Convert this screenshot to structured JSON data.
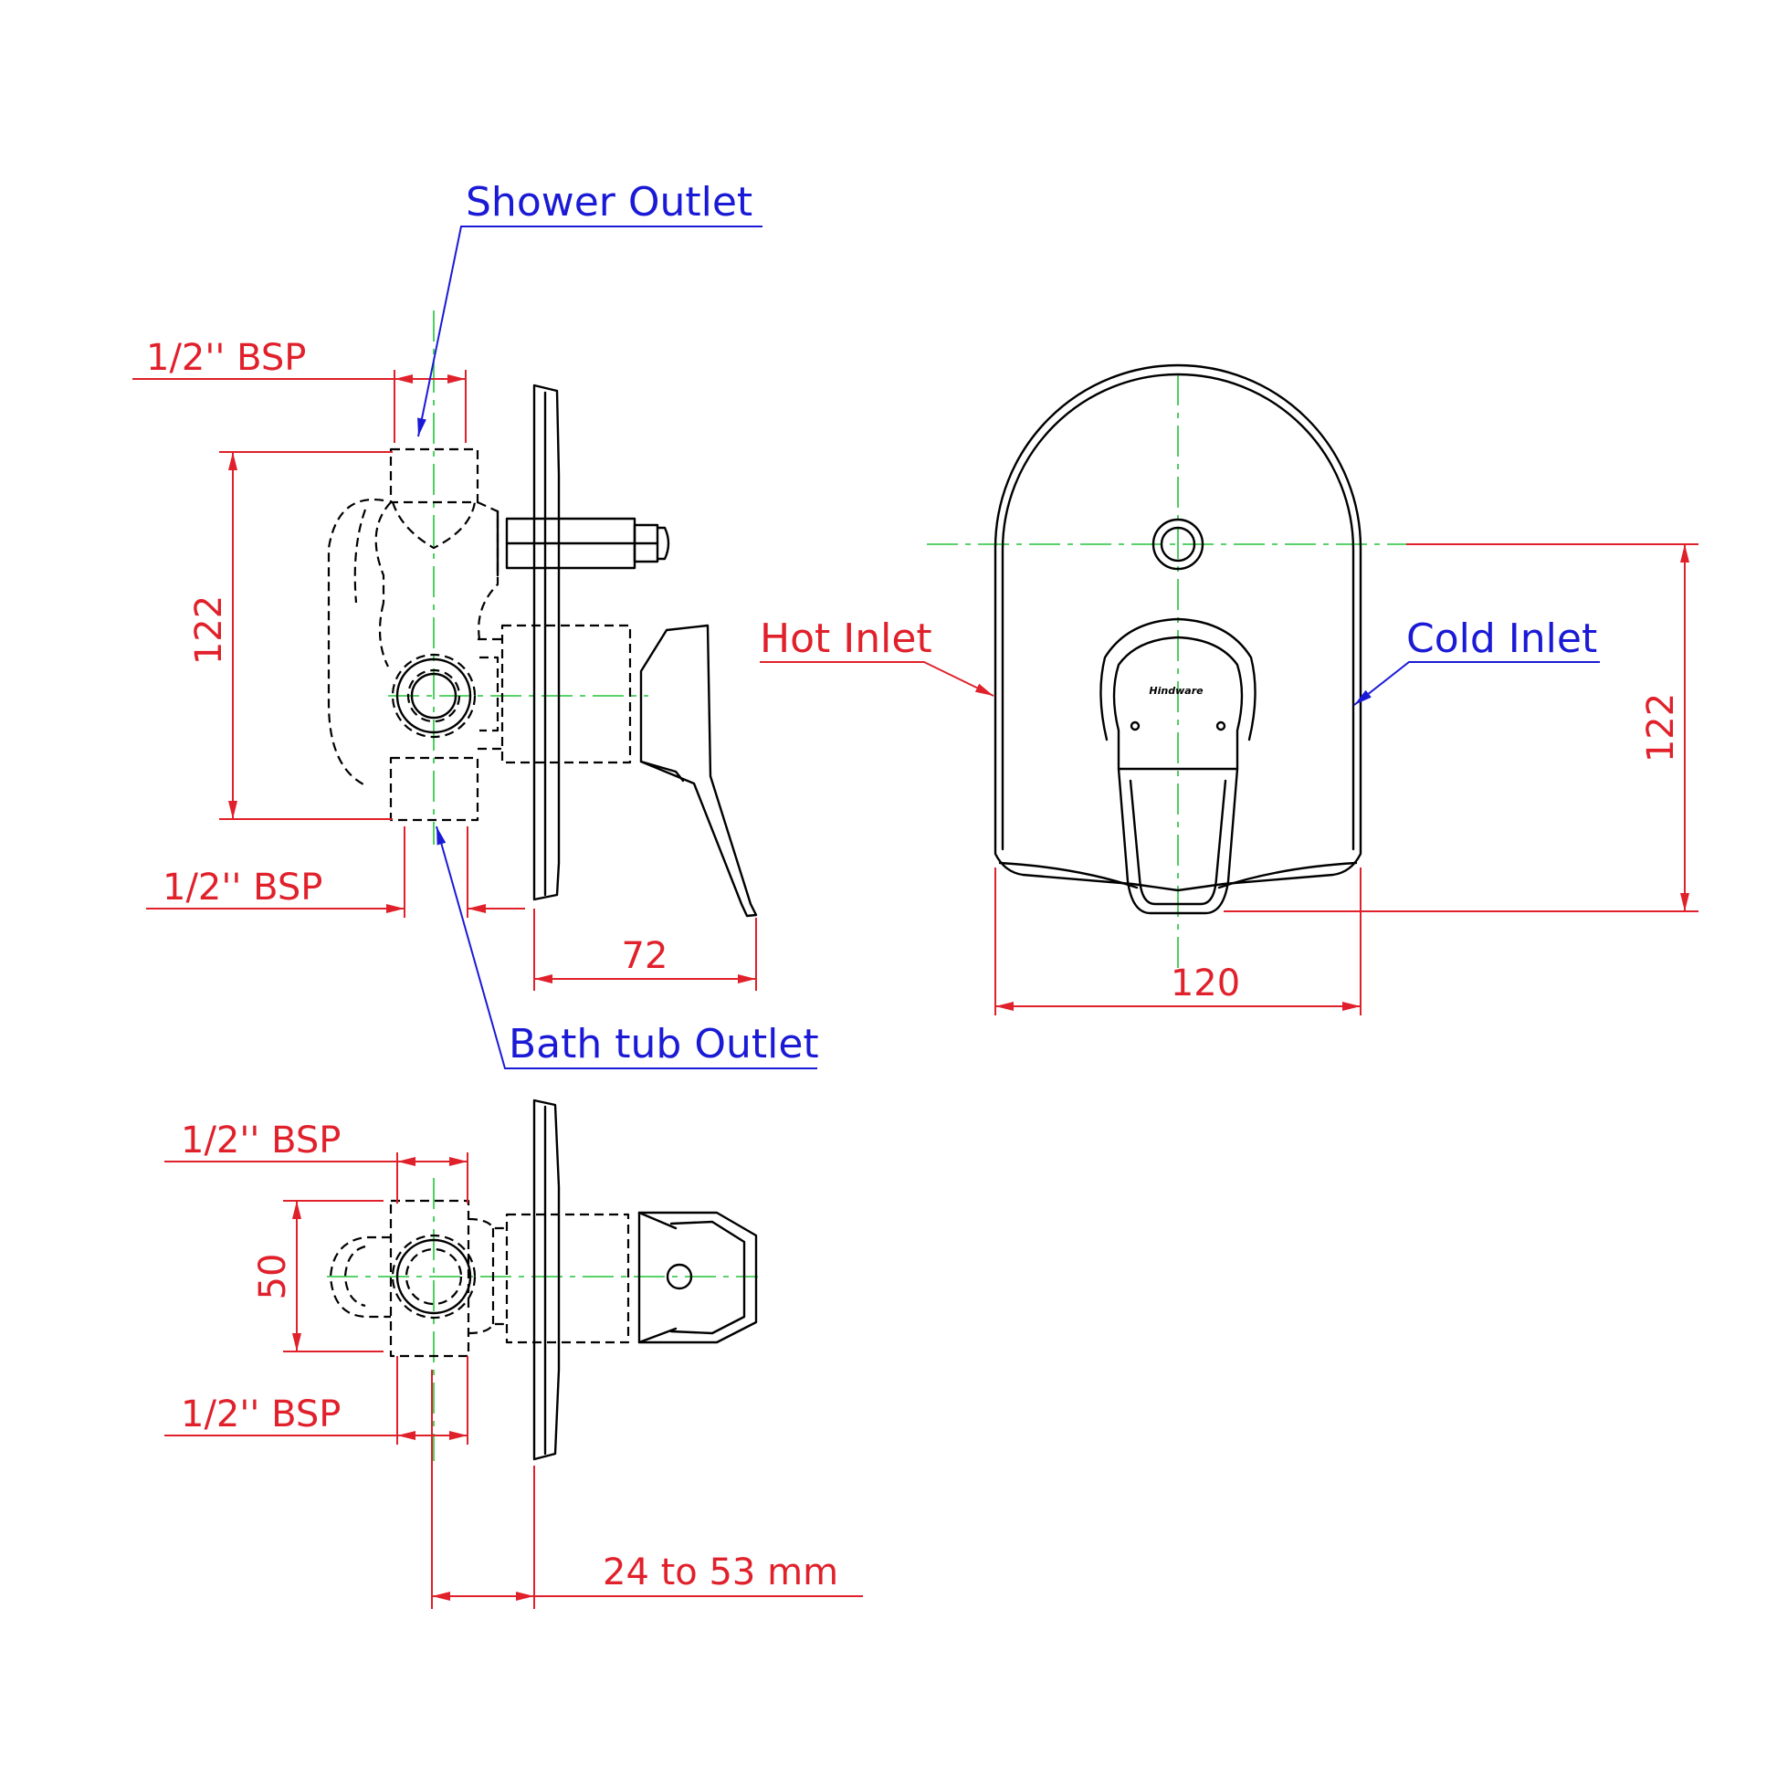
{
  "colors": {
    "dimension": "#e0202a",
    "callout": "#1a1ad6",
    "centerline": "#22c33a",
    "object": "#000000",
    "background": "#ffffff"
  },
  "callouts": {
    "shower_outlet": "Shower Outlet",
    "bath_tub_outlet": "Bath tub Outlet",
    "hot_inlet": "Hot Inlet",
    "cold_inlet": "Cold Inlet"
  },
  "dimensions": {
    "side_top_bsp": "1/2'' BSP",
    "side_bottom_bsp": "1/2'' BSP",
    "side_height": "122",
    "side_depth": "72",
    "front_width": "120",
    "front_height": "122",
    "top_top_bsp": "1/2'' BSP",
    "top_bottom_bsp": "1/2'' BSP",
    "top_width": "50",
    "wall_range": "24 to 53 mm"
  },
  "logo_text": "Hindware"
}
